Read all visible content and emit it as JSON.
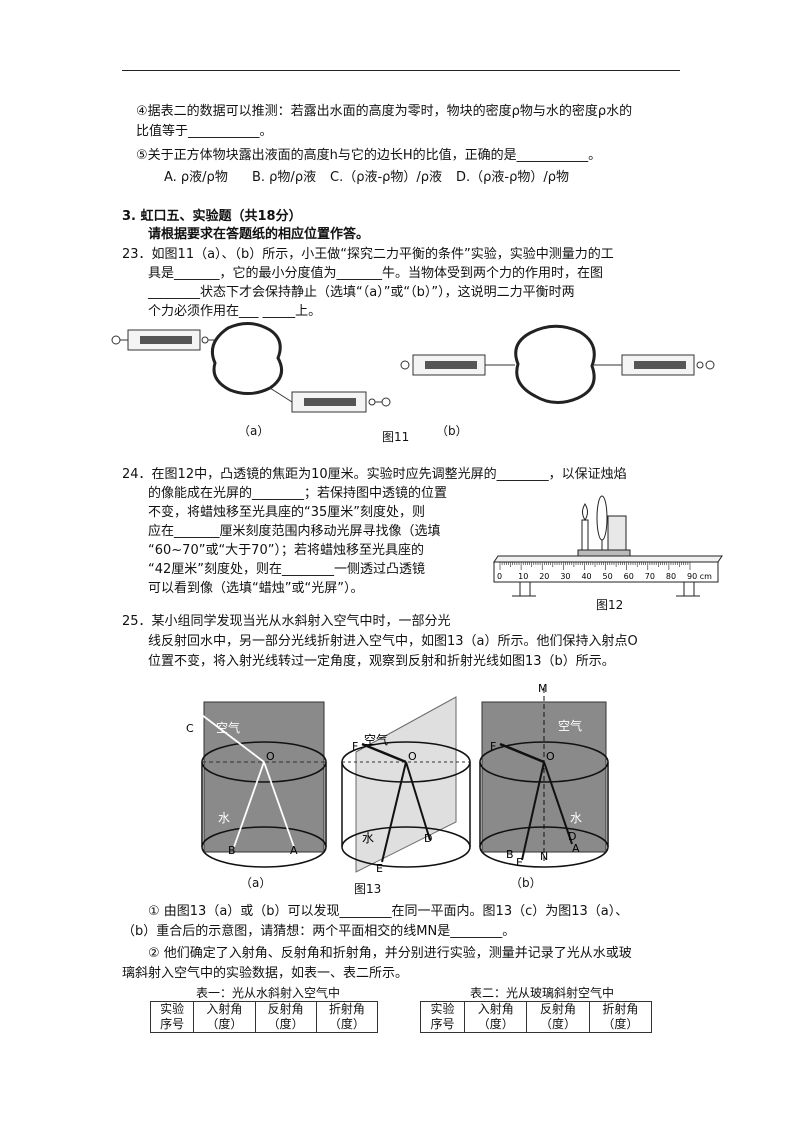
{
  "part4_5": {
    "q4": "④据表二的数据可以推测：若露出水面的高度为零时，物块的密度ρ物与水的密度ρ水的",
    "q4b": "比值等于___________。",
    "q5": "⑤关于正方体物块露出液面的高度h与它的边长H的比值，正确的是___________。",
    "opts": [
      "A. ρ液/ρ物",
      "B. ρ物/ρ液",
      "C.（ρ液-ρ物）/ρ液",
      "D.（ρ液-ρ物）/ρ物"
    ]
  },
  "section3": {
    "heading": "3.  虹口五、实验题（共18分）",
    "note": "请根据要求在答题纸的相应位置作答。"
  },
  "q23": {
    "lines": [
      "23．如图11（a）、（b）所示，小王做“探究二力平衡的条件”实验，实验中测量力的工",
      "具是_______，它的最小分度值为_______牛。当物体受到两个力的作用时，在图",
      "________状态下才会保持静止（选填“（a）”或“（b）”），这说明二力平衡时两",
      "个力必须作用在___ _____上。"
    ],
    "fig_a": "（a）",
    "fig_b": "（b）",
    "fig_title": "图11"
  },
  "q24": {
    "lines": [
      "24．在图12中，凸透镜的焦距为10厘米。实验时应先调整光屏的________，以保证烛焰",
      "的像能成在光屏的________；若保持图中透镜的位置",
      "不变，将蜡烛移至光具座的“35厘米”刻度处，则",
      "应在_______厘米刻度范围内移动光屏寻找像（选填",
      "“60~70”或“大于70”）；若将蜡烛移至光具座的",
      "“42厘米”刻度处，则在________一侧透过凸透镜",
      "可以看到像（选填“蜡烛”或“光屏”）。"
    ],
    "fig_title": "图12",
    "ticks": [
      "0",
      "10",
      "20",
      "30",
      "40",
      "50",
      "60",
      "70",
      "80",
      "90 cm"
    ]
  },
  "q25": {
    "lines": [
      "25．某小组同学发现当光从水斜射入空气中时，一部分光",
      "线反射回水中，另一部分光线折射进入空气中，如图13（a）所示。他们保持入射点O",
      "位置不变，将入射光线转过一定角度，观察到反射和折射光线如图13（b）所示。"
    ],
    "fig_a": "（a）",
    "fig_b": "（b）",
    "fig_title": "图13",
    "labels": {
      "air": "空气",
      "water": "水",
      "C": "C",
      "O": "O",
      "A": "A",
      "B": "B",
      "D": "D",
      "E": "E",
      "F": "F",
      "M": "M",
      "N": "N"
    },
    "after": [
      "① 由图13（a）或（b）可以发现________在同一平面内。图13（c）为图13（a）、",
      "（b）重合后的示意图，请猜想：两个平面相交的线MN是________。",
      "② 他们确定了入射角、反射角和折射角，并分别进行实验，测量并记录了光从水或玻",
      "璃斜射入空气中的实验数据，如表一、表二所示。"
    ]
  },
  "tables": {
    "t1_title": "表一：光从水斜射入空气中",
    "t2_title": "表二：光从玻璃斜射空气中",
    "headers": [
      [
        "实验",
        "序号"
      ],
      [
        "入射角",
        "（度）"
      ],
      [
        "反射角",
        "（度）"
      ],
      [
        "折射角",
        "（度）"
      ]
    ]
  }
}
